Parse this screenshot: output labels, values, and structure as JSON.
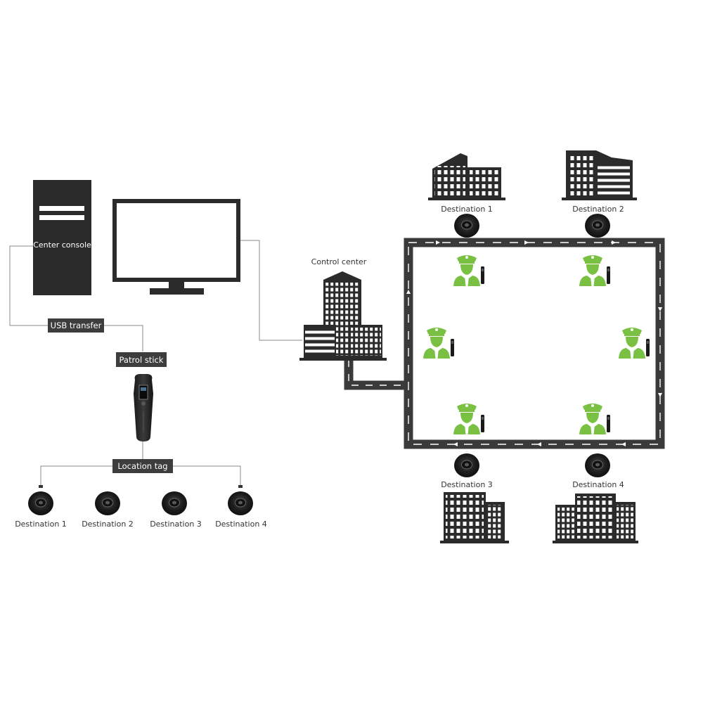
{
  "left_system": {
    "console_label": "Center console",
    "usb_label": "USB transfer",
    "stick_label": "Patrol stick",
    "tag_label": "Location tag",
    "tags": [
      {
        "label": "Destination 1"
      },
      {
        "label": "Destination 2"
      },
      {
        "label": "Destination 3"
      },
      {
        "label": "Destination 4"
      }
    ]
  },
  "patrol_map": {
    "control_center_label": "Control center",
    "destinations": [
      {
        "label": "Destination 1"
      },
      {
        "label": "Destination 2"
      },
      {
        "label": "Destination 3"
      },
      {
        "label": "Destination 4"
      }
    ],
    "guard_count": 6
  },
  "colors": {
    "dark": "#2b2b2b",
    "road": "#3a3a3a",
    "guard": "#7ac143",
    "tag_box": "#3d3d3d",
    "line": "#888888"
  }
}
